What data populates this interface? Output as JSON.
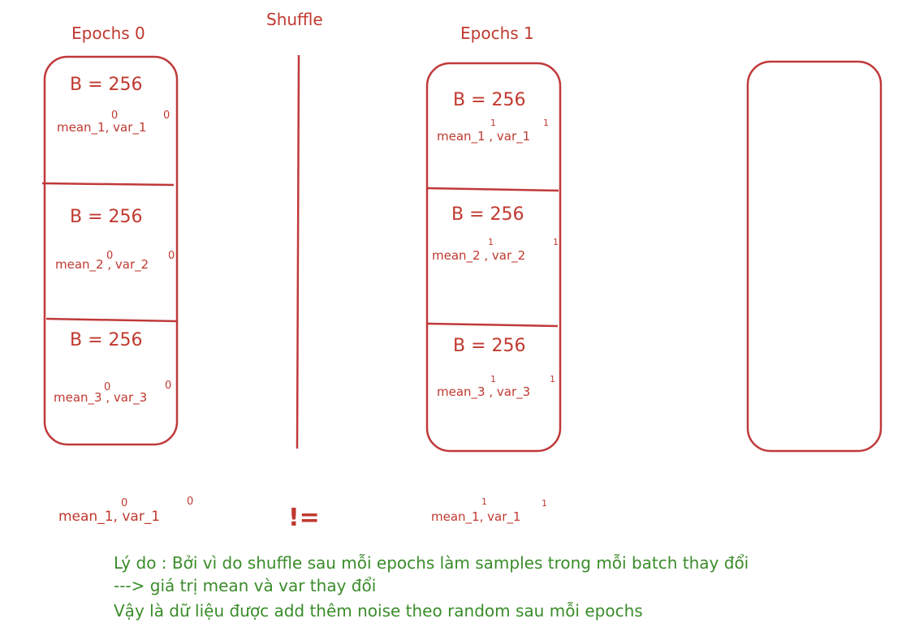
{
  "labels": {
    "epoch0": "Epochs 0",
    "shuffle": "Shuffle",
    "epoch1": "Epochs 1"
  },
  "epoch0": {
    "batches": [
      {
        "size": "B = 256",
        "stats": "mean_1, var_1",
        "sup_mean": "0",
        "sup_var": "0"
      },
      {
        "size": "B = 256",
        "stats": "mean_2 , var_2",
        "sup_mean": "0",
        "sup_var": "0"
      },
      {
        "size": "B = 256",
        "stats": "mean_3 , var_3",
        "sup_mean": "0",
        "sup_var": "0"
      }
    ]
  },
  "epoch1": {
    "batches": [
      {
        "size": "B = 256",
        "stats": "mean_1 , var_1",
        "sup_mean": "1",
        "sup_var": "1"
      },
      {
        "size": "B = 256",
        "stats": "mean_2 , var_2",
        "sup_mean": "1",
        "sup_var": "1"
      },
      {
        "size": "B = 256",
        "stats": "mean_3 , var_3",
        "sup_mean": "1",
        "sup_var": "1"
      }
    ]
  },
  "comparison": {
    "left": "mean_1, var_1",
    "left_sup": "0",
    "operator": "!=",
    "right": "mean_1, var_1",
    "right_sup": "1"
  },
  "explanation": {
    "line1": "Lý do : Bởi vì do shuffle sau mỗi epochs làm samples trong mỗi batch thay đổi",
    "line2": "---> giá trị mean và var thay đổi",
    "line3": "Vậy là dữ liệu được add thêm noise theo random sau mỗi epochs"
  }
}
